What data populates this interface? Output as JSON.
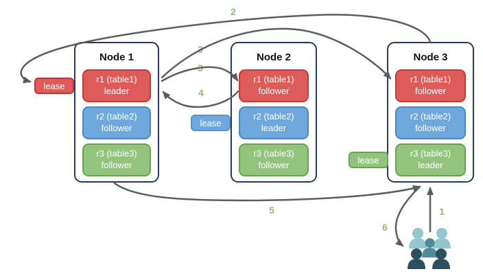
{
  "diagram": {
    "nodes": [
      {
        "title": "Node 1",
        "replicas": [
          {
            "name": "r1 (table1)",
            "role": "leader"
          },
          {
            "name": "r2 (table2)",
            "role": "follower"
          },
          {
            "name": "r3 (table3)",
            "role": "follower"
          }
        ]
      },
      {
        "title": "Node 2",
        "replicas": [
          {
            "name": "r1 (table1)",
            "role": "follower"
          },
          {
            "name": "r2 (table2)",
            "role": "leader"
          },
          {
            "name": "r3 (table3)",
            "role": "follower"
          }
        ]
      },
      {
        "title": "Node 3",
        "replicas": [
          {
            "name": "r1 (table1)",
            "role": "follower"
          },
          {
            "name": "r2 (table2)",
            "role": "follower"
          },
          {
            "name": "r3 (table3)",
            "role": "leader"
          }
        ]
      }
    ],
    "leases": [
      {
        "label": "lease",
        "color": "#dd5c5a"
      },
      {
        "label": "lease",
        "color": "#6fa8dc"
      },
      {
        "label": "lease",
        "color": "#93c47d"
      }
    ],
    "steps": {
      "s1": "1",
      "s2": "2",
      "s3a": "3",
      "s3b": "3",
      "s4": "4",
      "s5": "5",
      "s6": "6"
    },
    "colors": {
      "leader_red": "#dd5c5a",
      "follower_blue": "#6fa8dc",
      "replica_green": "#93c47d",
      "node_border": "#24395e",
      "arrow": "#5c5c5c",
      "step_label": "#8fbe72"
    },
    "users_icon": {
      "name": "users-icon",
      "colors": {
        "back_row": "#93c6ce",
        "middle": "#4c8c9b",
        "front_row": "#2b4f5f"
      }
    }
  }
}
